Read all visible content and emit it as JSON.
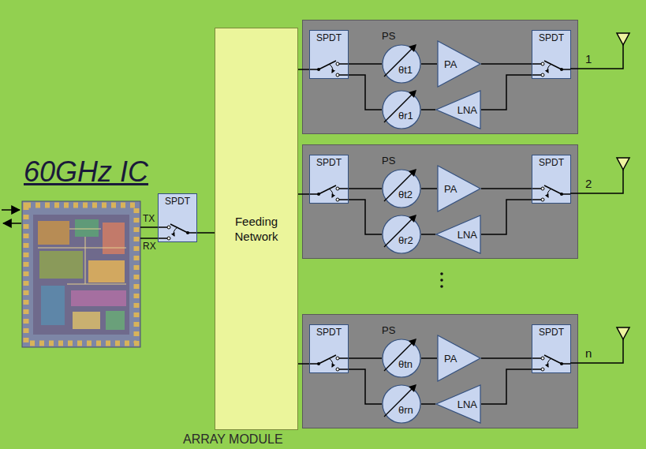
{
  "diagram": {
    "nodes": [
      {
        "text": [
          "SPDT"
        ]
      },
      {
        "text": [
          "Feeding Network"
        ]
      },
      {
        "text": []
      },
      {
        "text": [
          "SPDT"
        ],
        "in": 2
      },
      {
        "text": [
          "PS",
          "θt1"
        ],
        "in": 2
      },
      {
        "text": [
          "PA"
        ],
        "in": 2
      },
      {
        "text": [
          "SPDT"
        ],
        "in": 2
      },
      {
        "text": [
          "θr1"
        ],
        "in": 2
      },
      {
        "text": [
          "LNA"
        ],
        "in": 2
      },
      {
        "text": []
      },
      {
        "text": [
          "SPDT"
        ],
        "in": 9
      },
      {
        "text": [
          "PS",
          "θt2"
        ],
        "in": 9
      },
      {
        "text": [
          "PA"
        ],
        "in": 9
      },
      {
        "text": [
          "SPDT"
        ],
        "in": 9
      },
      {
        "text": [
          "θr2"
        ],
        "in": 9
      },
      {
        "text": [
          "LNA"
        ],
        "in": 9
      },
      {
        "text": []
      },
      {
        "text": [
          "SPDT"
        ],
        "in": 16
      },
      {
        "text": [
          "PS",
          "θtn"
        ],
        "in": 16
      },
      {
        "text": [
          "PA"
        ],
        "in": 16
      },
      {
        "text": [
          "SPDT"
        ],
        "in": 16
      },
      {
        "text": [
          "θrn"
        ],
        "in": 16
      },
      {
        "text": [
          "LNA"
        ],
        "in": 16
      }
    ],
    "edges": [
      {
        "from": 0,
        "to": 1,
        "arrow": "none"
      },
      {
        "from": 1,
        "to": 3,
        "arrow": "none"
      },
      {
        "from": 1,
        "to": 10,
        "arrow": "none"
      },
      {
        "from": 1,
        "to": 17,
        "arrow": "none"
      },
      {
        "from": 3,
        "to": 4,
        "arrow": "none"
      },
      {
        "from": 4,
        "to": 5,
        "arrow": "none"
      },
      {
        "from": 5,
        "to": 6,
        "arrow": "none"
      },
      {
        "from": 3,
        "to": 7,
        "arrow": "none"
      },
      {
        "from": 7,
        "to": 8,
        "arrow": "none"
      },
      {
        "from": 8,
        "to": 6,
        "arrow": "none"
      },
      {
        "from": 10,
        "to": 11,
        "arrow": "none"
      },
      {
        "from": 11,
        "to": 12,
        "arrow": "none"
      },
      {
        "from": 12,
        "to": 13,
        "arrow": "none"
      },
      {
        "from": 10,
        "to": 14,
        "arrow": "none"
      },
      {
        "from": 14,
        "to": 15,
        "arrow": "none"
      },
      {
        "from": 15,
        "to": 13,
        "arrow": "none"
      },
      {
        "from": 17,
        "to": 18,
        "arrow": "none"
      },
      {
        "from": 18,
        "to": 19,
        "arrow": "none"
      },
      {
        "from": 19,
        "to": 20,
        "arrow": "none"
      },
      {
        "from": 17,
        "to": 21,
        "arrow": "none"
      },
      {
        "from": 21,
        "to": 22,
        "arrow": "none"
      },
      {
        "from": 22,
        "to": 20,
        "arrow": "none"
      }
    ],
    "labels": [
      "60GHz IC",
      "TX",
      "RX",
      "1",
      "2",
      "n",
      "ARRAY MODULE"
    ]
  }
}
